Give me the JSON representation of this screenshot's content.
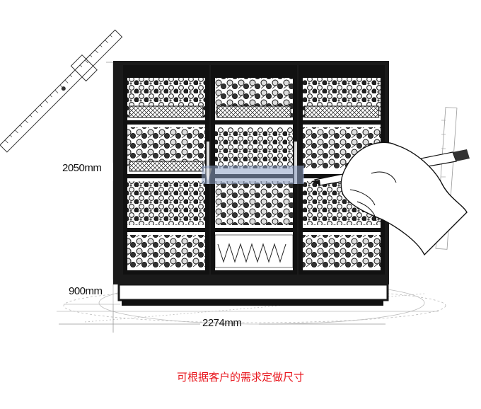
{
  "dimensions": {
    "height_label": "2050mm",
    "base_label": "900mm",
    "width_label": "2274mm"
  },
  "caption": "可根据客户的需求定做尺寸",
  "colors": {
    "caption": "#e8141b",
    "ink": "#111111",
    "cabinet": "#1a1a1a",
    "watermark": "#8fa3c8"
  },
  "cabinet": {
    "door_count": 3,
    "shelf_tiers": 4
  }
}
